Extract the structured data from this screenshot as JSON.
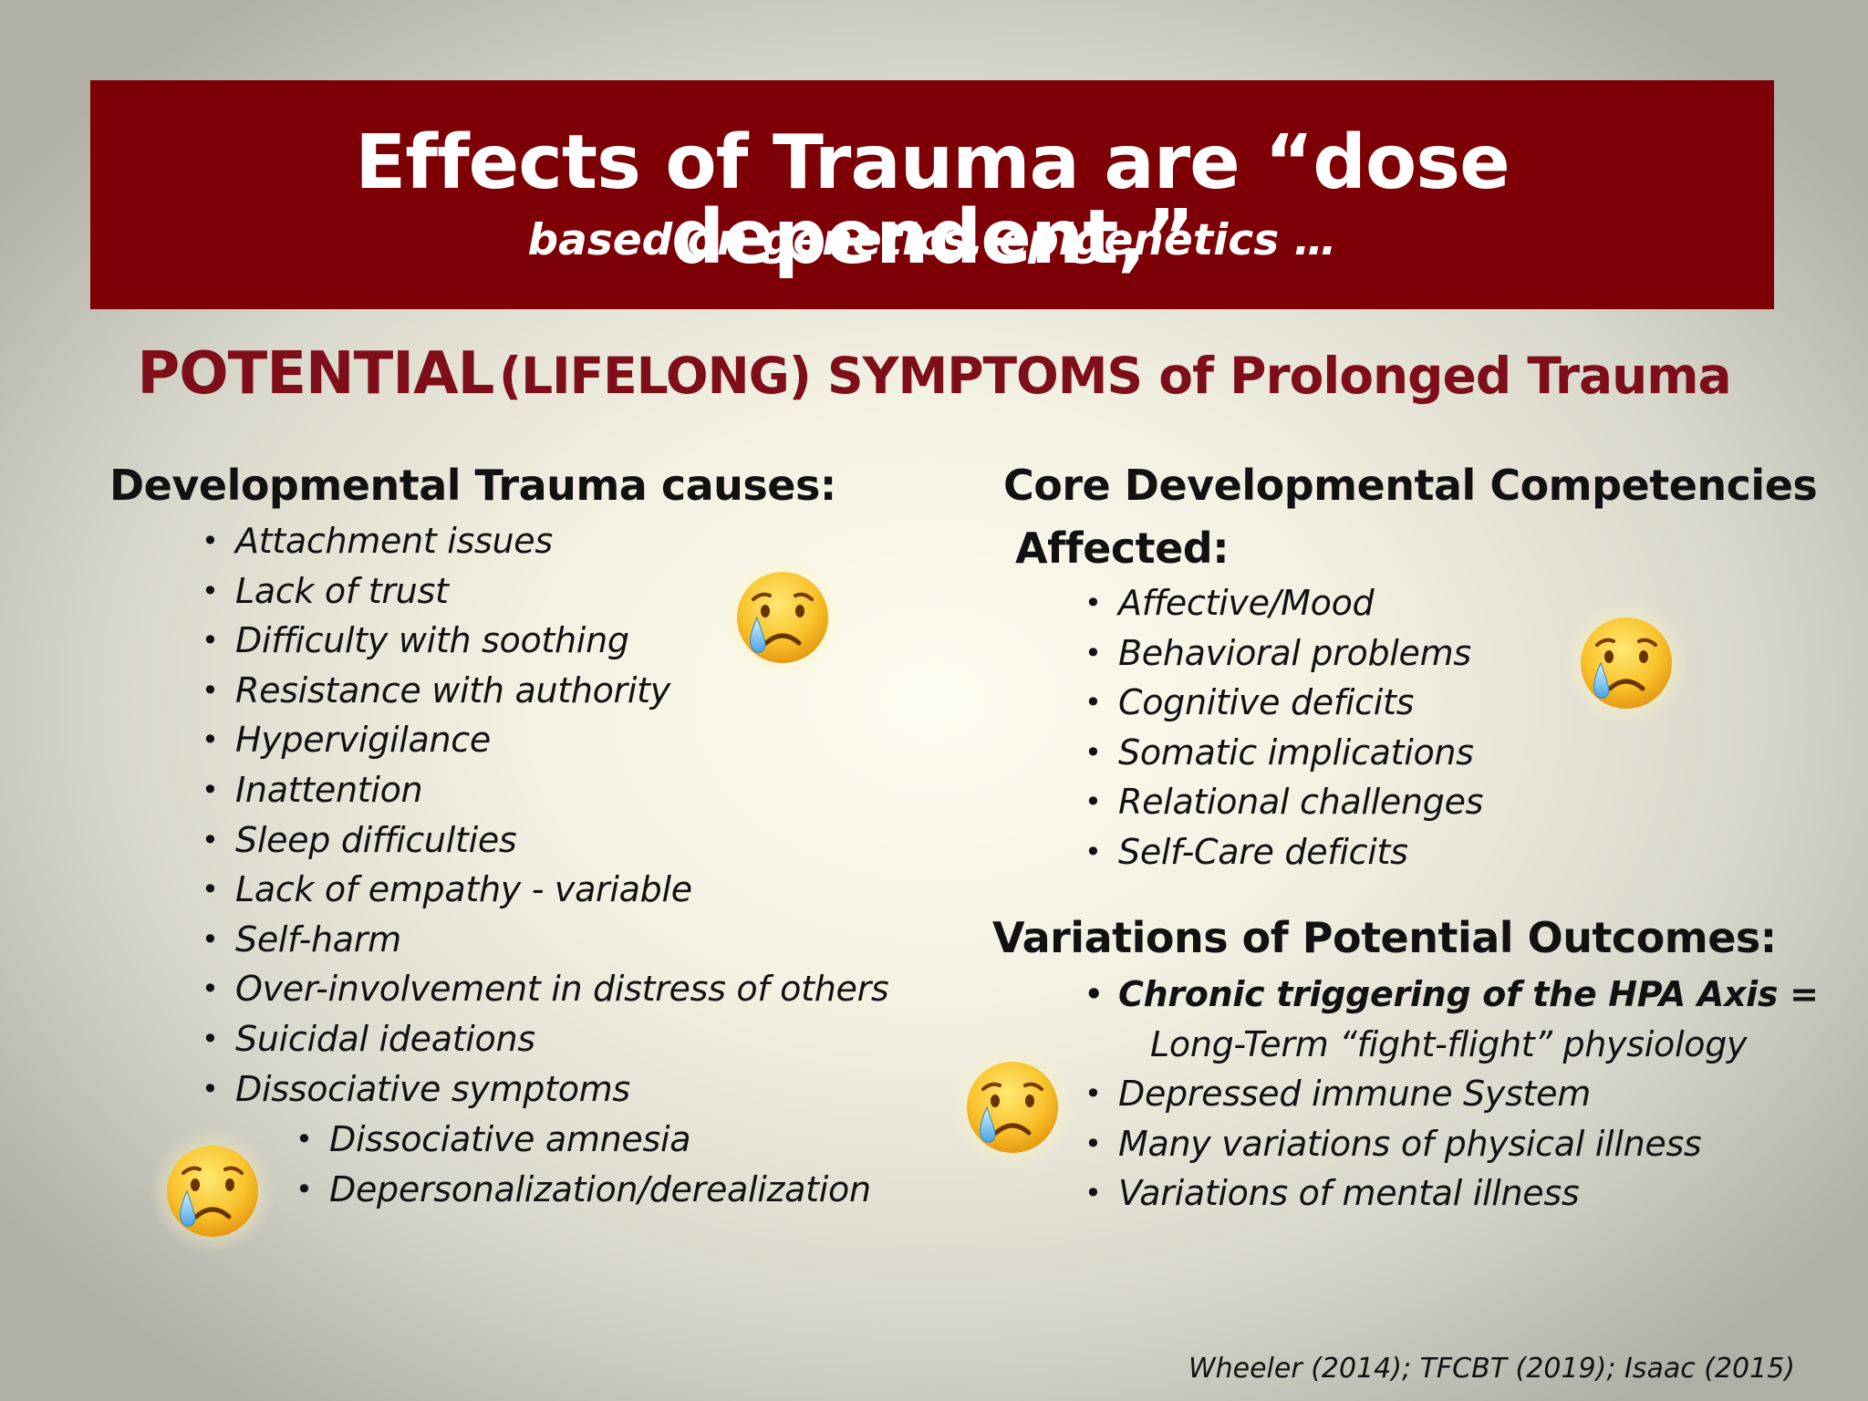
{
  "banner": {
    "title": "Effects of Trauma are “dose dependent,”",
    "subtitle": "based on genetics, epigenetics …"
  },
  "heading": {
    "emphasis": "POTENTIAL",
    "rest": "(LIFELONG) SYMPTOMS of Prolonged Trauma"
  },
  "left": {
    "title": "Developmental Trauma causes:",
    "items": [
      "Attachment issues",
      "Lack of trust",
      "Difficulty with soothing",
      "Resistance with authority",
      "Hypervigilance",
      "Inattention",
      "Sleep difficulties",
      "Lack of empathy - variable",
      "Self-harm",
      "Over-involvement in distress of others",
      "Suicidal ideations",
      "Dissociative symptoms"
    ],
    "subitems": [
      "Dissociative amnesia",
      "Depersonalization/derealization"
    ]
  },
  "right_top": {
    "title_line1": "Core Developmental Competencies",
    "title_line2": "Affected:",
    "items": [
      "Affective/Mood",
      "Behavioral problems",
      "Cognitive deficits",
      "Somatic implications",
      "Relational challenges",
      "Self-Care deficits"
    ]
  },
  "right_bottom": {
    "title": "Variations of Potential Outcomes:",
    "items": [
      "Chronic triggering of the HPA Axis =",
      "Long-Term “fight-flight” physiology",
      "Depressed immune System",
      "Many variations of physical illness",
      "Variations of mental illness"
    ]
  },
  "icons": {
    "emoji": "crying-face-icon",
    "bullet": "•"
  },
  "colors": {
    "banner": "#7d0006",
    "heading": "#7d0e1a"
  },
  "citation": "Wheeler (2014); TFCBT (2019); Isaac (2015)"
}
